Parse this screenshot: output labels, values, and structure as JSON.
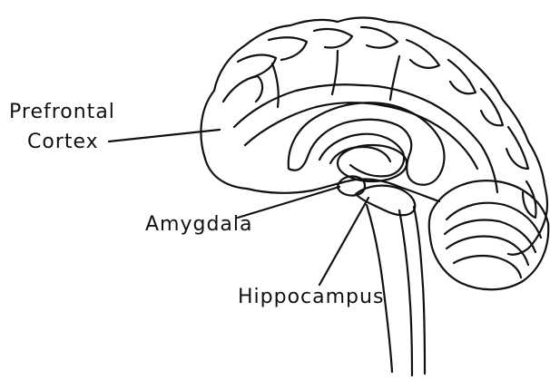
{
  "labels": {
    "prefrontal_line1": "Prefrontal",
    "prefrontal_line2": "Cortex",
    "amygdala": "Amygdala",
    "hippocampus": "Hippocampus"
  },
  "colors": {
    "ink": "#111111",
    "background": "#ffffff"
  }
}
